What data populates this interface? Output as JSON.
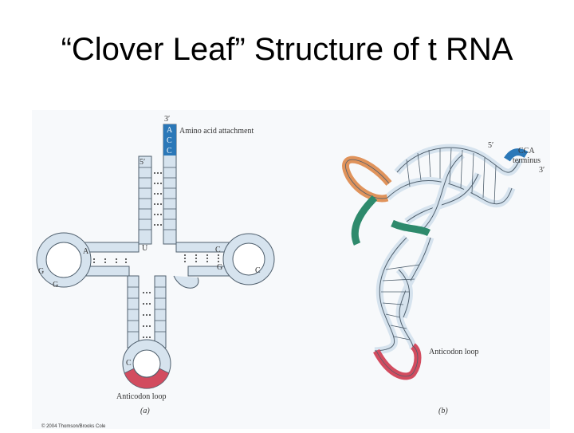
{
  "slide": {
    "title": "“Clover Leaf” Structure of t RNA"
  },
  "figure_a": {
    "three_prime": "3′",
    "five_prime": "5′",
    "acceptor_bases": [
      "A",
      "C",
      "C"
    ],
    "amino_acid_label": "Amino acid attachment",
    "anticodon_label": "Anticodon loop",
    "caption": "(a)",
    "bases": {
      "u": "U",
      "a": "A",
      "g1": "G",
      "g2": "G",
      "c1": "C",
      "g3": "G",
      "c2": "C",
      "c3": "C"
    },
    "credit": "© 2004 Thomson/Brooks Cole"
  },
  "figure_b": {
    "cca_label": "CCA",
    "terminus_label": "terminus",
    "five_prime": "5′",
    "three_prime": "3′",
    "anticodon_label": "Anticodon loop",
    "caption": "(b)"
  },
  "colors": {
    "strand": "#d6e3ee",
    "outline": "#4f5f6d",
    "acceptor_blue": "#2b78b8",
    "anticodon_red": "#d24c5f",
    "orange": "#e0935b",
    "green": "#2e8a6c"
  }
}
